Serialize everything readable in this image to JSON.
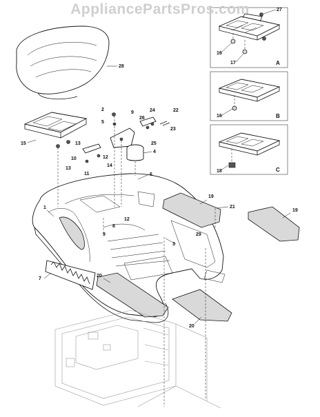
{
  "watermark": "AppliancePartsPros.com",
  "callouts": [
    "1",
    "2",
    "3",
    "4",
    "5",
    "6",
    "7",
    "8",
    "9",
    "10",
    "11",
    "12",
    "13",
    "14",
    "15",
    "16",
    "17",
    "18",
    "19",
    "20",
    "21",
    "22",
    "23",
    "24",
    "25",
    "26",
    "27",
    "28",
    "29"
  ],
  "inset_letters": [
    "A",
    "B",
    "C"
  ]
}
